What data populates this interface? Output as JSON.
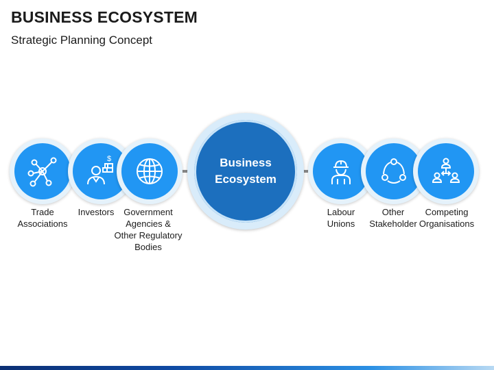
{
  "header": {
    "title": "BUSINESS ECOSYSTEM",
    "subtitle": "Strategic Planning Concept"
  },
  "center": {
    "label": "Business\nEcosystem"
  },
  "nodes": [
    {
      "label": "Trade\nAssociations",
      "icon": "network-icon"
    },
    {
      "label": "Investors",
      "icon": "investor-icon"
    },
    {
      "label": "Government\nAgencies &\nOther Regulatory\nBodies",
      "icon": "globe-icon"
    },
    {
      "label": "Labour\nUnions",
      "icon": "worker-icon"
    },
    {
      "label": "Other\nStakeholder",
      "icon": "cycle-icon"
    },
    {
      "label": "Competing\nOrganisations",
      "icon": "org-chart-icon"
    }
  ],
  "colors": {
    "node_fill": "#2196f3",
    "center_fill": "#1c6fbe",
    "ring": "#e5f2fb",
    "connector": "#8a8a8a"
  }
}
